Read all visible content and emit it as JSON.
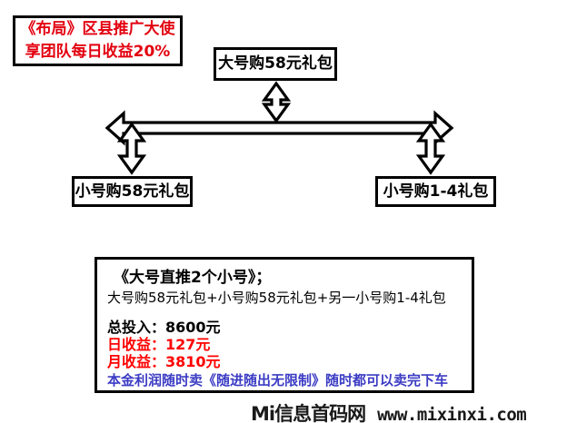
{
  "promo": {
    "line1": "《布局》区县推广大使",
    "line2": "享团队每日收益20%",
    "color": "#e3000f"
  },
  "nodes": {
    "top": "大号购58元礼包",
    "left": "小号购58元礼包",
    "right": "小号购1-4礼包"
  },
  "arrows": {
    "horizontal": "double-headed-horizontal-arrow",
    "top_vertical": "double-headed-vertical-arrow",
    "left_vertical": "double-headed-vertical-arrow",
    "right_vertical": "double-headed-vertical-arrow"
  },
  "info": {
    "heading": "《大号直推2个小号》；",
    "formula": "大号购58元礼包+小号购58元礼包+另一小号购1-4礼包",
    "stats": [
      {
        "label": "总投入：",
        "value": "8600元",
        "color": "#000000"
      },
      {
        "label": "日收益：",
        "value": "127元",
        "color": "#ff0000"
      },
      {
        "label": "月收益：",
        "value": "3810元",
        "color": "#ff0000"
      }
    ],
    "note": "本金利润随时卖《随进随出无限制》随时都可以卖完下车",
    "note_color": "#3b3bc4"
  },
  "watermark": {
    "site_name": "Mi信息首码网",
    "url": "www.mixinxi.com"
  }
}
